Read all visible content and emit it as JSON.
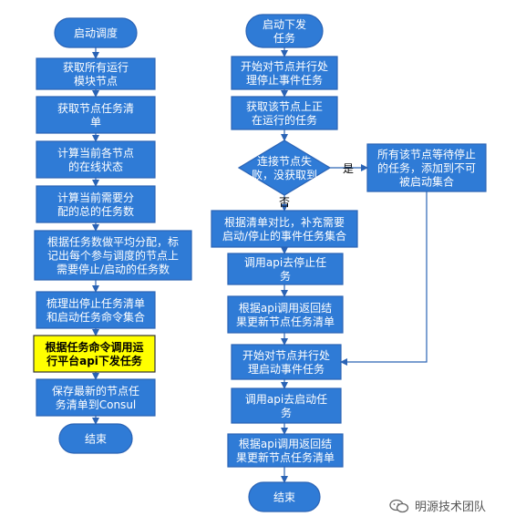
{
  "colors": {
    "box_fill": "#2f7bd6",
    "box_stroke": "#2a63b5",
    "highlight_fill": "#ffff00",
    "highlight_text": "#000000",
    "text": "#ffffff",
    "arrow": "#2a63b5"
  },
  "left_flow": {
    "start": "启动调度",
    "steps": [
      [
        "获取所有运行",
        "模块节点"
      ],
      [
        "获取节点任务清",
        "单"
      ],
      [
        "计算当前各节点",
        "的在线状态"
      ],
      [
        "计算当前需要分",
        "配的总的任务数"
      ],
      [
        "根据任务数做平均分配，标",
        "记出每个参与调度的节点上",
        "需要停止/启动的任务数"
      ],
      [
        "梳理出停止任务清单",
        "和启动任务命令集合"
      ],
      [
        "根据任务命令调用运",
        "行平台api下发任务"
      ],
      [
        "保存最新的节点任",
        "务清单到Consul"
      ]
    ],
    "end": "结束"
  },
  "right_flow": {
    "start": [
      "启动下发",
      "任务"
    ],
    "steps_before": [
      [
        "开始对节点并行处",
        "理停止事件任务"
      ],
      [
        "获取该节点上正",
        "在运行的任务"
      ]
    ],
    "decision": [
      "连接节点失",
      "败，没获取到"
    ],
    "yes_label": "是",
    "no_label": "否",
    "yes_box": [
      "所有该节点等待停止",
      "的任务，添加到不可",
      "被启动集合"
    ],
    "steps_after": [
      [
        "根据清单对比，补充需要",
        "启动/停止的事件任务集合"
      ],
      [
        "调用api去停止任",
        "务"
      ],
      [
        "根据api调用返回结",
        "果更新节点任务清单"
      ],
      [
        "开始对节点并行处",
        "理启动事件任务"
      ],
      [
        "调用api去启动任",
        "务"
      ],
      [
        "根据api调用返回结",
        "果更新节点任务清单"
      ]
    ],
    "end": "结束"
  },
  "watermark": "明源技术团队"
}
